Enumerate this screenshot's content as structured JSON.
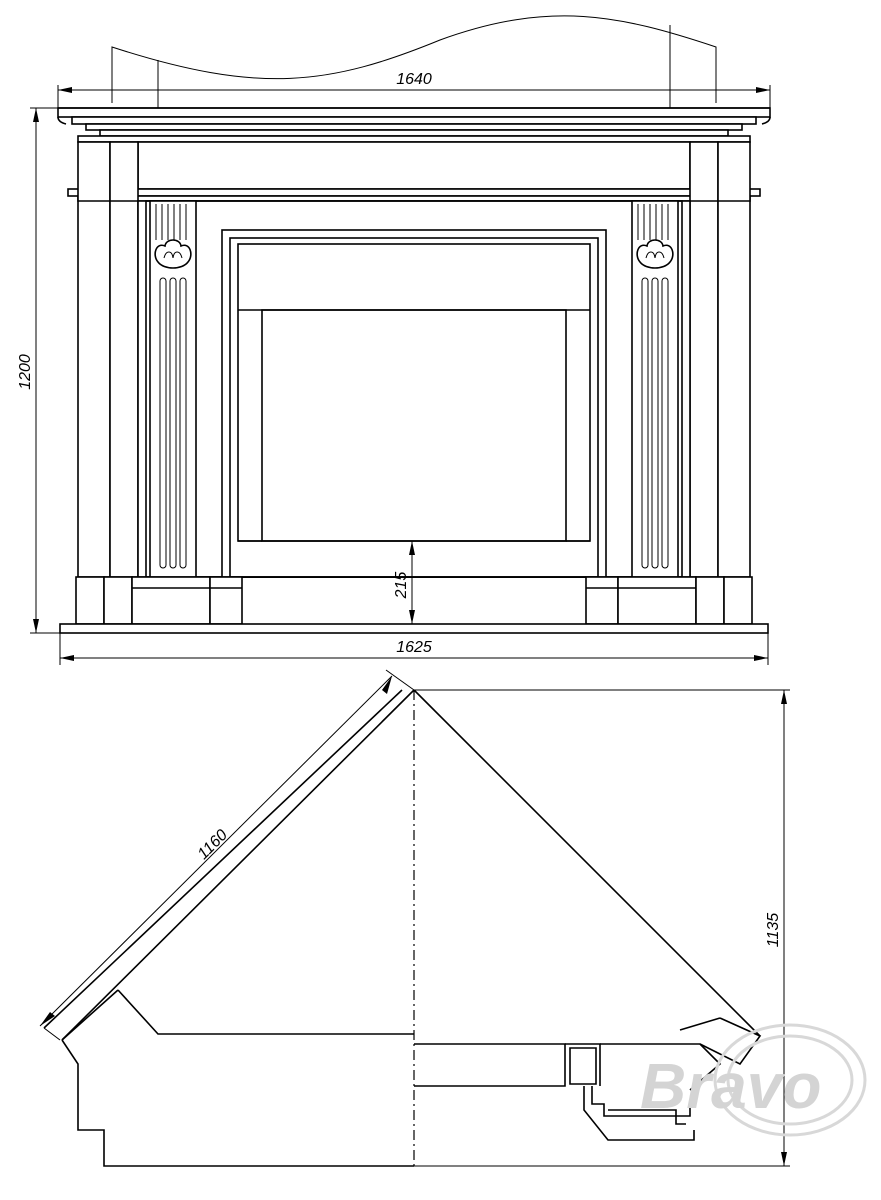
{
  "front_view": {
    "dimensions": {
      "top_width": "1640",
      "height": "1200",
      "opening_height": "215",
      "base_width": "1625"
    }
  },
  "plan_view": {
    "dimensions": {
      "side_length": "1160",
      "depth": "1135"
    }
  },
  "watermark": {
    "text": "Bravo",
    "color": "#d4d4d4"
  }
}
